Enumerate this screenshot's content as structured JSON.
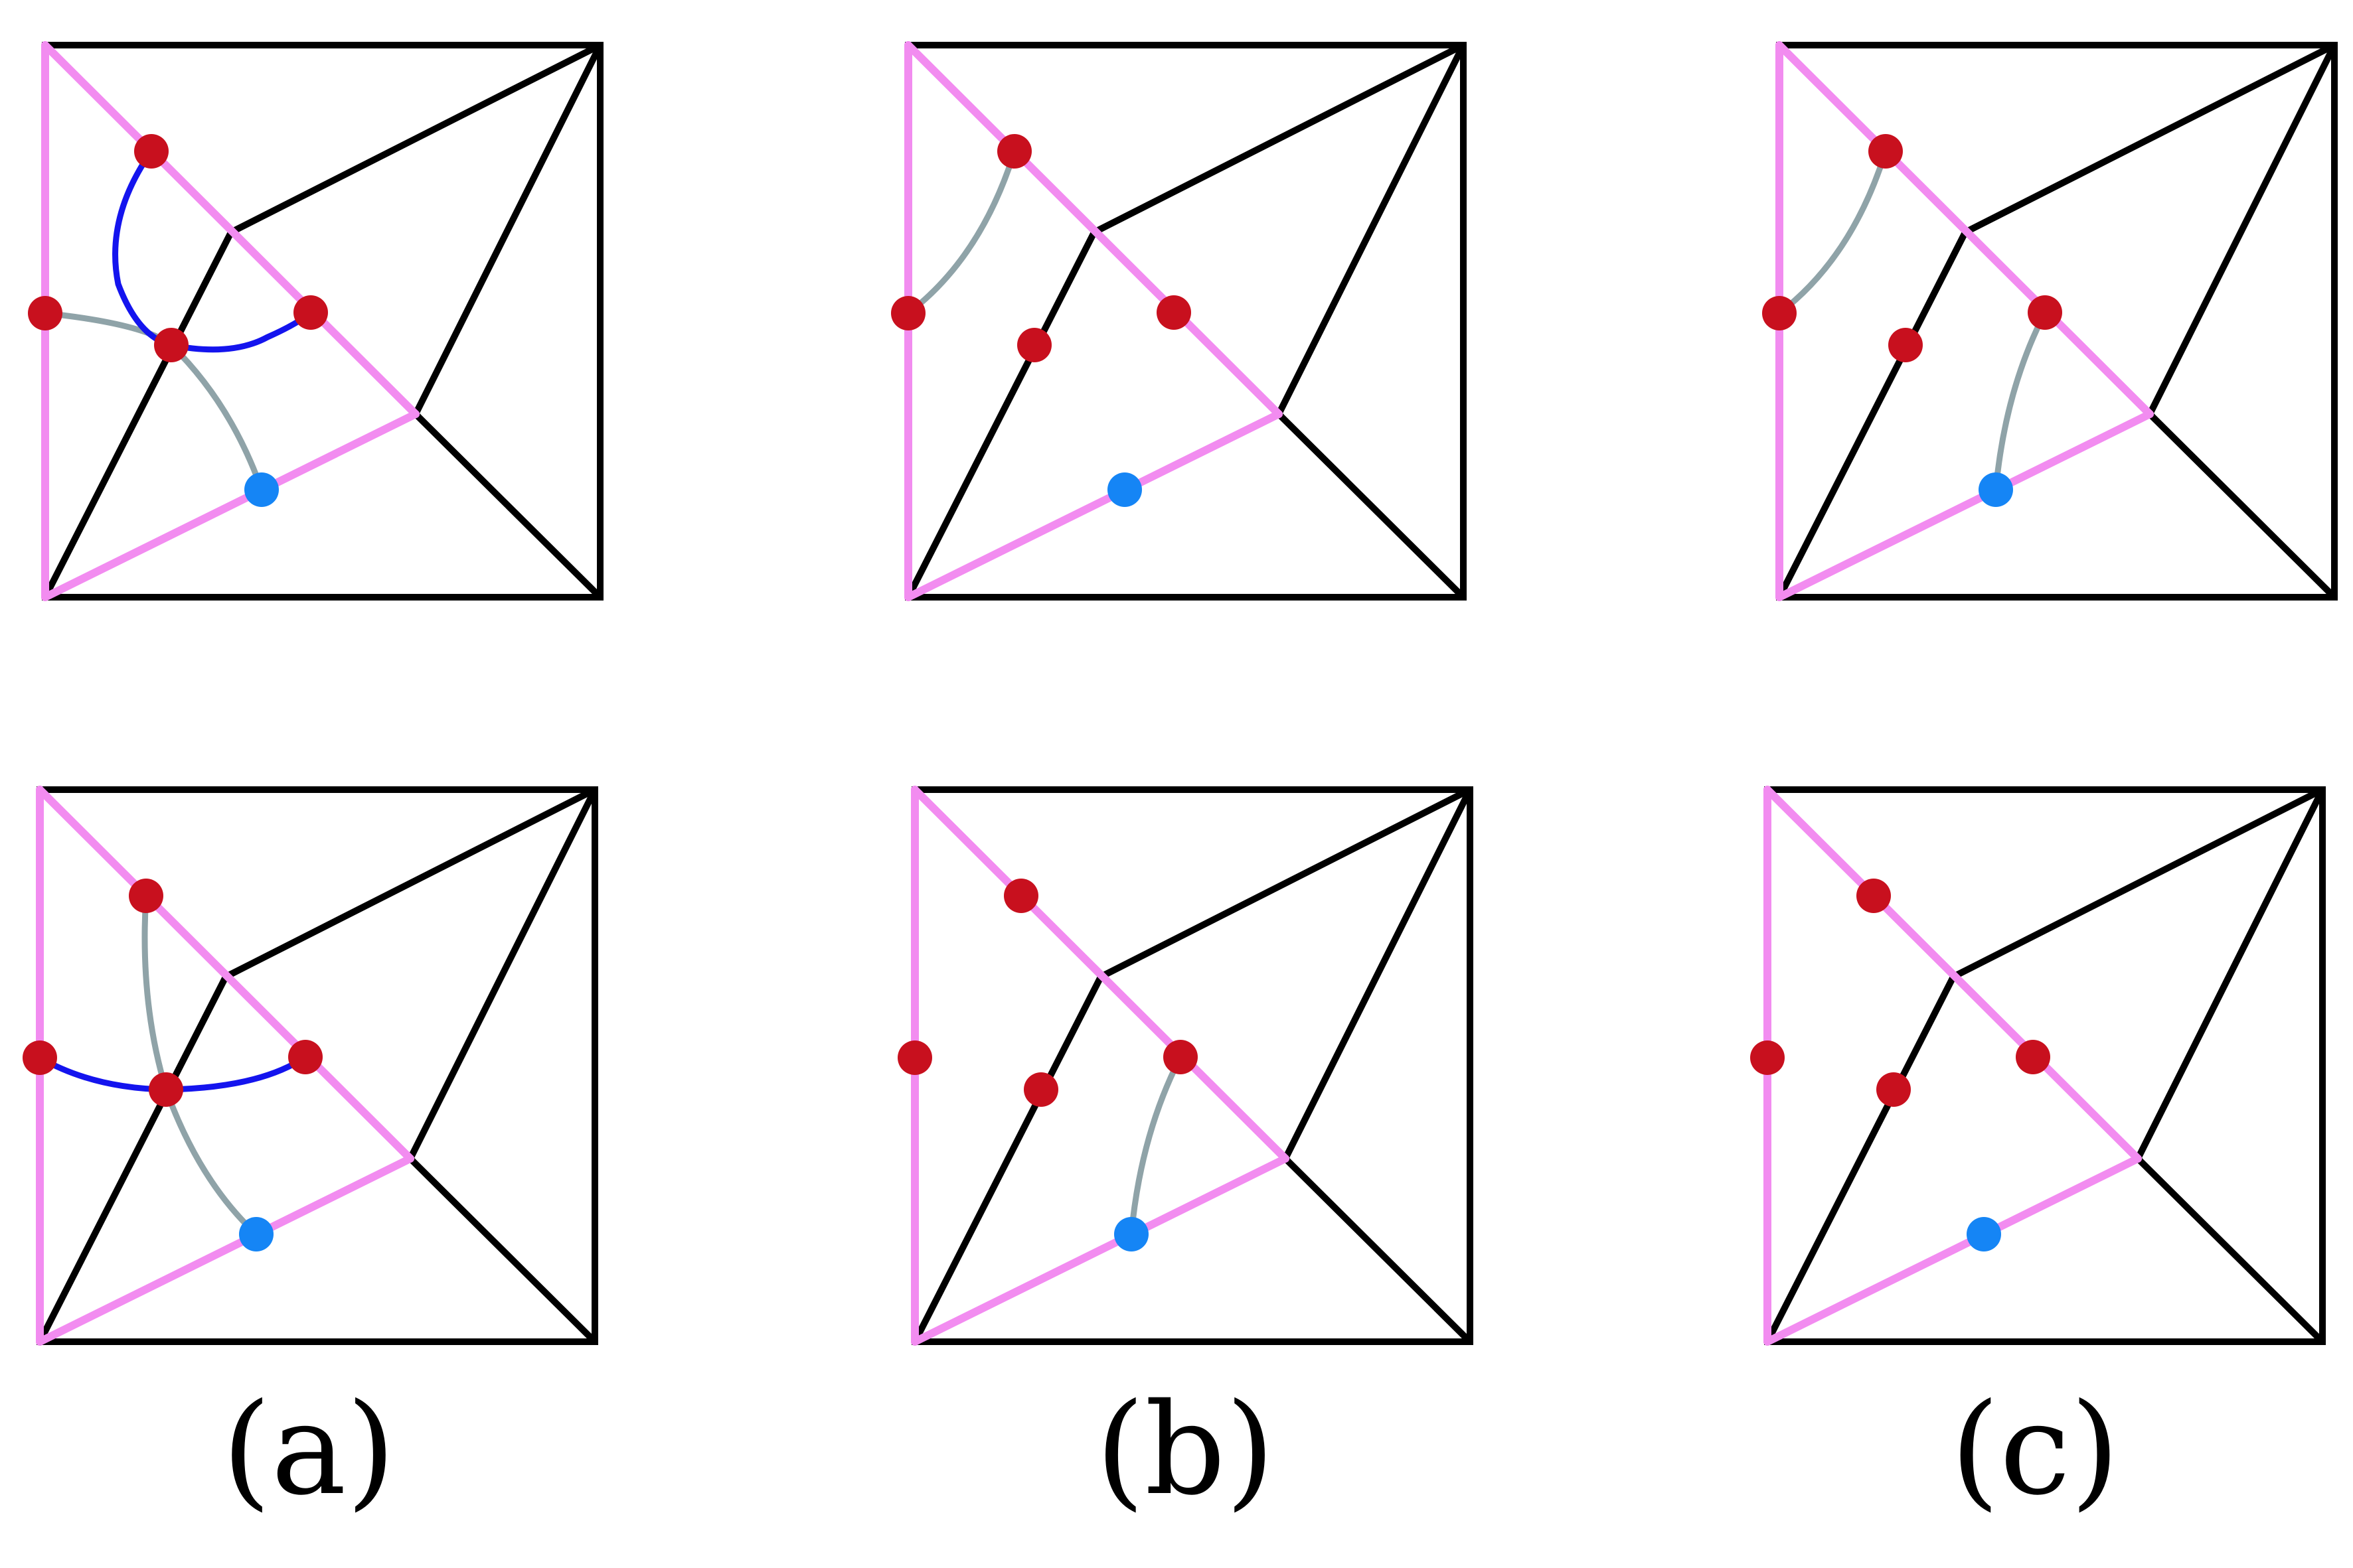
{
  "colors": {
    "frame": "#000000",
    "pink": "#f28cf0",
    "red_dot": "#c8101e",
    "blue_dot": "#1585f5",
    "gray_curve": "#8fa3a8",
    "blue_curve": "#1414ee"
  },
  "captions": [
    "(a)",
    "(b)",
    "(c)"
  ],
  "panels": [
    {
      "id": "a-top",
      "gray_curves": [
        [
          "L",
          "M",
          "B"
        ]
      ],
      "blue_curves": [
        [
          "U",
          "M",
          "D"
        ]
      ]
    },
    {
      "id": "b-top",
      "gray_curves": [
        [
          "L",
          "U"
        ]
      ],
      "blue_curves": []
    },
    {
      "id": "c-top",
      "gray_curves": [
        [
          "L",
          "U"
        ],
        [
          "D",
          "B"
        ]
      ],
      "blue_curves": []
    },
    {
      "id": "a-bottom",
      "gray_curves": [
        [
          "U",
          "M",
          "B"
        ]
      ],
      "blue_curves": [
        [
          "L",
          "M",
          "D"
        ]
      ]
    },
    {
      "id": "b-bottom",
      "gray_curves": [
        [
          "D",
          "B"
        ]
      ],
      "blue_curves": []
    },
    {
      "id": "c-bottom",
      "gray_curves": [],
      "blue_curves": []
    }
  ]
}
